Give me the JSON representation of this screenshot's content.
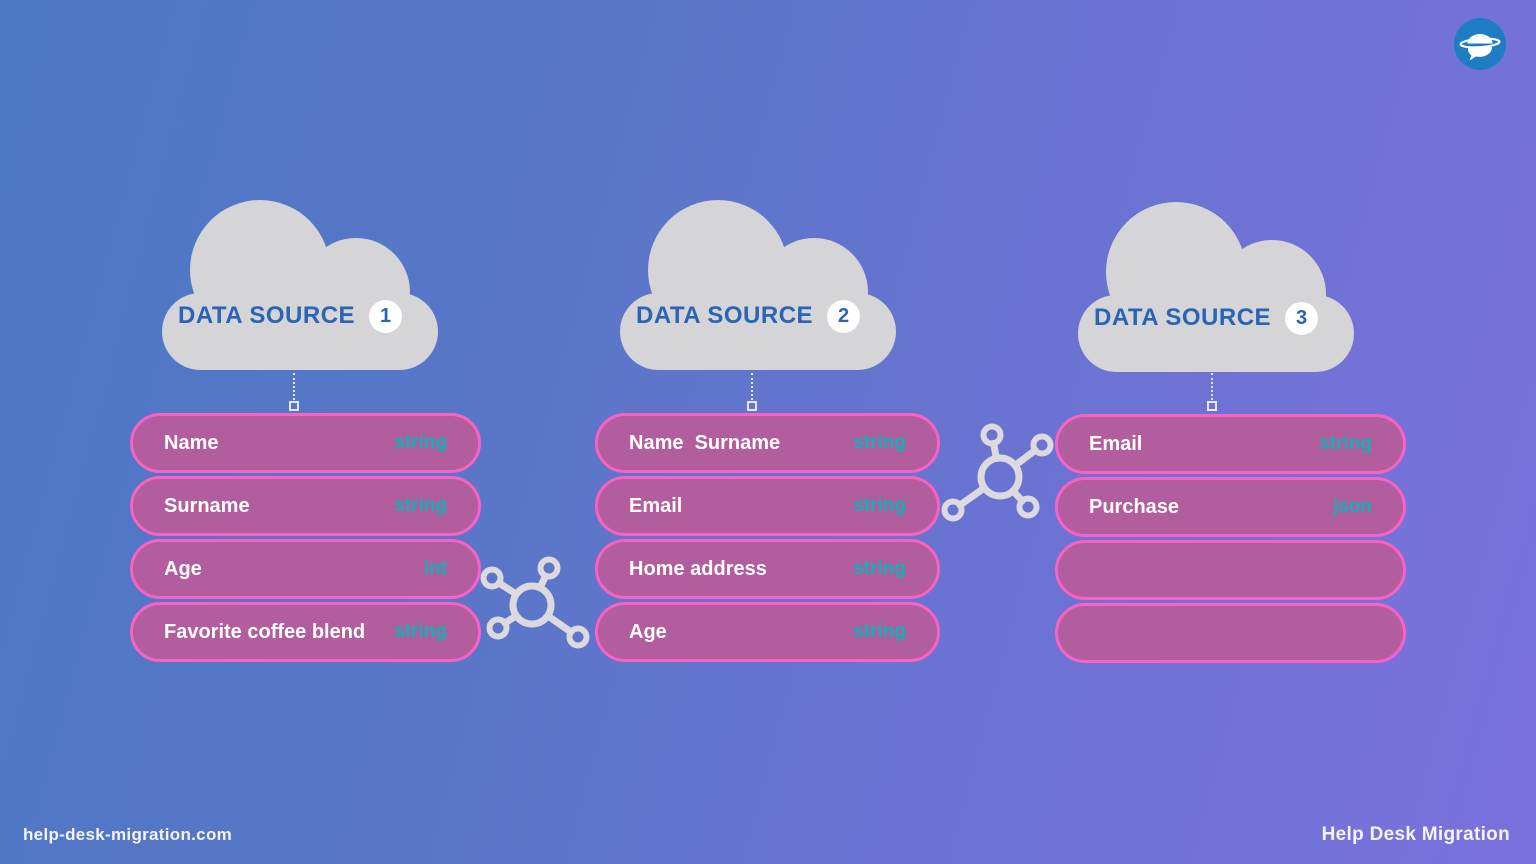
{
  "page": {
    "footer_left": "help-desk-migration.com",
    "footer_right": "Help Desk Migration"
  },
  "colors": {
    "background_blue": "#4a78c4",
    "background_purple": "#7b71dd",
    "cloud_gray": "#d5d4d6",
    "source_label_blue": "#2a64b6",
    "pill_fill": "#b15d9e",
    "pill_border": "#f962c4",
    "field_name_white": "#ffffff",
    "field_type_teal": "#12b1b6",
    "connector_gray": "#dcdade",
    "logo_circle_blue": "#1d7cc4"
  },
  "icons": {
    "logo": "planet-chat-logo",
    "cloud": "cloud-icon",
    "connector": "molecule-connector",
    "drop": "dotted-drop-line"
  },
  "sources": [
    {
      "label": "DATA SOURCE",
      "number": "1",
      "fields": [
        {
          "name": "Name",
          "type": "string"
        },
        {
          "name": "Surname",
          "type": "string"
        },
        {
          "name": "Age",
          "type": "int"
        },
        {
          "name": "Favorite coffee blend",
          "type": "string"
        }
      ]
    },
    {
      "label": "DATA SOURCE",
      "number": "2",
      "fields": [
        {
          "name": "Name  Surname",
          "type": "string"
        },
        {
          "name": "Email",
          "type": "string"
        },
        {
          "name": "Home address",
          "type": "string"
        },
        {
          "name": "Age",
          "type": "string"
        }
      ]
    },
    {
      "label": "DATA SOURCE",
      "number": "3",
      "fields": [
        {
          "name": "Email",
          "type": "string"
        },
        {
          "name": "Purchase",
          "type": "json"
        },
        {
          "name": "",
          "type": ""
        },
        {
          "name": "",
          "type": ""
        }
      ]
    }
  ]
}
